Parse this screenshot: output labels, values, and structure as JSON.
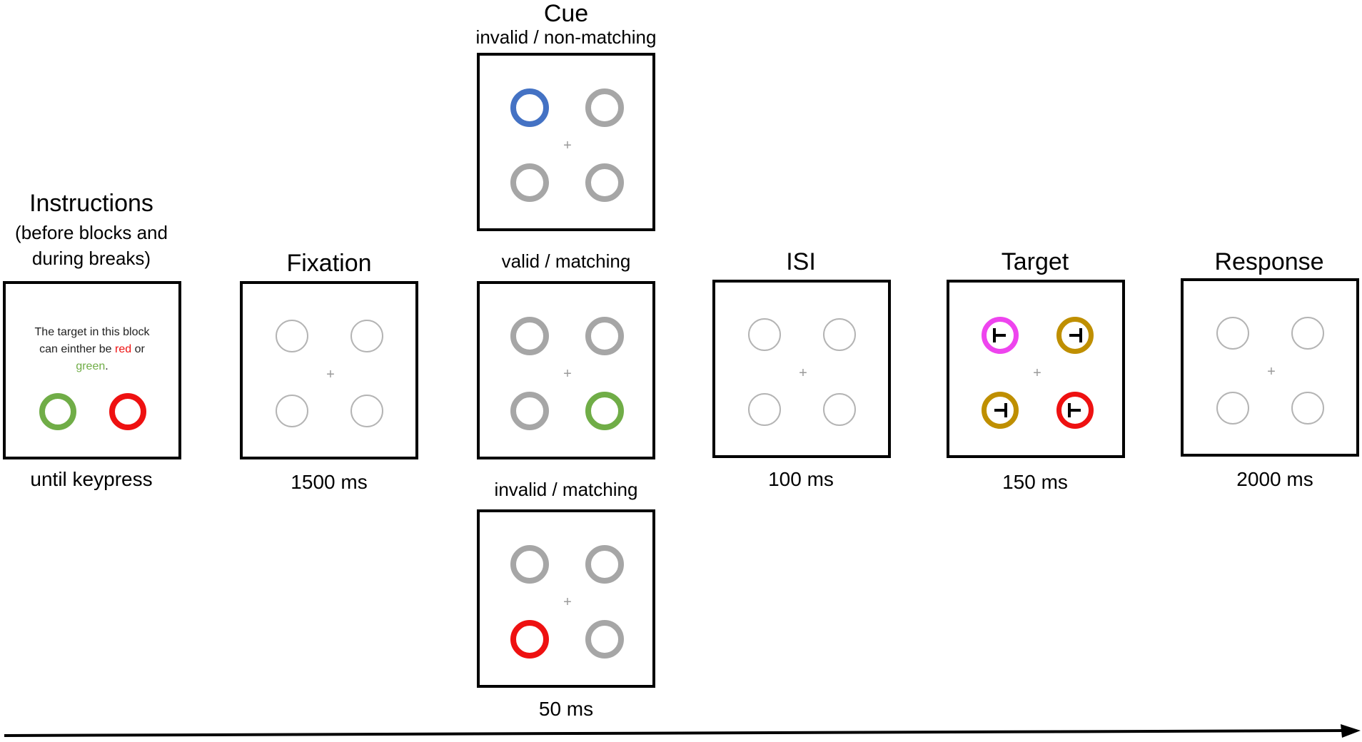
{
  "colors": {
    "blue": "#4472c4",
    "green": "#70ad47",
    "red": "#ee1111",
    "magenta": "#ee44ee",
    "gold": "#bf8f00",
    "gray": "#a6a6a6",
    "light_gray": "#b4b4b4"
  },
  "timeline_arrow": "arrow-right",
  "stages": {
    "instructions": {
      "title": "Instructions",
      "subtitle_line1": "(before blocks and",
      "subtitle_line2": "during breaks)",
      "text_part1": "The target in this block",
      "text_part2": "can einther be",
      "text_red": "red",
      "text_or": "or",
      "text_green": "green",
      "text_period": ".",
      "duration": "until keypress"
    },
    "fixation": {
      "title": "Fixation",
      "duration": "1500 ms",
      "fixation_cross": "+"
    },
    "cue": {
      "title": "Cue",
      "conditions": [
        {
          "label": "invalid / non-matching",
          "cued_ring": "top-left",
          "cue_color": "blue"
        },
        {
          "label": "valid / matching",
          "cued_ring": "bottom-right",
          "cue_color": "green"
        },
        {
          "label": "invalid / matching",
          "cued_ring": "bottom-left",
          "cue_color": "red"
        }
      ],
      "duration": "50 ms",
      "fixation_cross": "+"
    },
    "isi": {
      "title": "ISI",
      "duration": "100 ms",
      "fixation_cross": "+"
    },
    "target": {
      "title": "Target",
      "duration": "150 ms",
      "fixation_cross": "+",
      "items": [
        {
          "position": "top-left",
          "color": "magenta",
          "orientation": "T rotated left"
        },
        {
          "position": "top-right",
          "color": "gold",
          "orientation": "T rotated right"
        },
        {
          "position": "bottom-left",
          "color": "gold",
          "orientation": "T rotated right"
        },
        {
          "position": "bottom-right",
          "color": "red",
          "orientation": "T rotated left"
        }
      ]
    },
    "response": {
      "title": "Response",
      "duration": "2000 ms",
      "fixation_cross": "+"
    }
  }
}
